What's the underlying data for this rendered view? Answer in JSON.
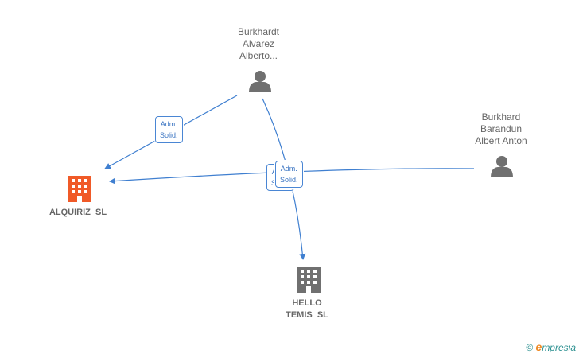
{
  "nodes": {
    "burkhardt_alvarez": {
      "lines": [
        "Burkhardt",
        "Alvarez",
        "Alberto..."
      ],
      "icon": "person-icon"
    },
    "burkhard_barandun": {
      "lines": [
        "Burkhard",
        "Barandun",
        "Albert Anton"
      ],
      "icon": "person-icon"
    },
    "alquiriz": {
      "lines": [
        "ALQUIRIZ  SL"
      ],
      "icon": "building-icon",
      "color": "#f05a28"
    },
    "hello_temis": {
      "lines": [
        "HELLO",
        "TEMIS  SL"
      ],
      "icon": "building-icon",
      "color": "#707070"
    }
  },
  "edges": [
    {
      "label": [
        "Adm.",
        "Solid."
      ]
    },
    {
      "label": [
        "Adm.",
        "Solid."
      ]
    },
    {
      "label": [
        "Adm.",
        "Solid."
      ]
    }
  ],
  "colors": {
    "edge": "#3f7fd0",
    "person": "#707070",
    "label_text": "#666666"
  },
  "footer": {
    "copyright": "©",
    "brand_initial": "e",
    "brand_rest": "mpresia"
  }
}
